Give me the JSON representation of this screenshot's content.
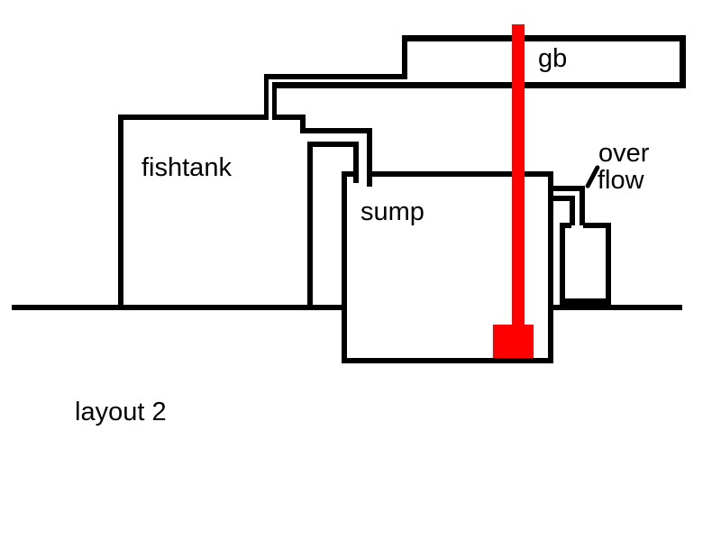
{
  "diagram": {
    "caption": "layout 2",
    "labels": {
      "growbed": "gb",
      "fishtank": "fishtank",
      "sump": "sump",
      "overflow_line1": "over",
      "overflow_line2": "flow"
    },
    "colors": {
      "ink": "#000000",
      "pump": "#ff0000",
      "background": "#ffffff"
    }
  }
}
